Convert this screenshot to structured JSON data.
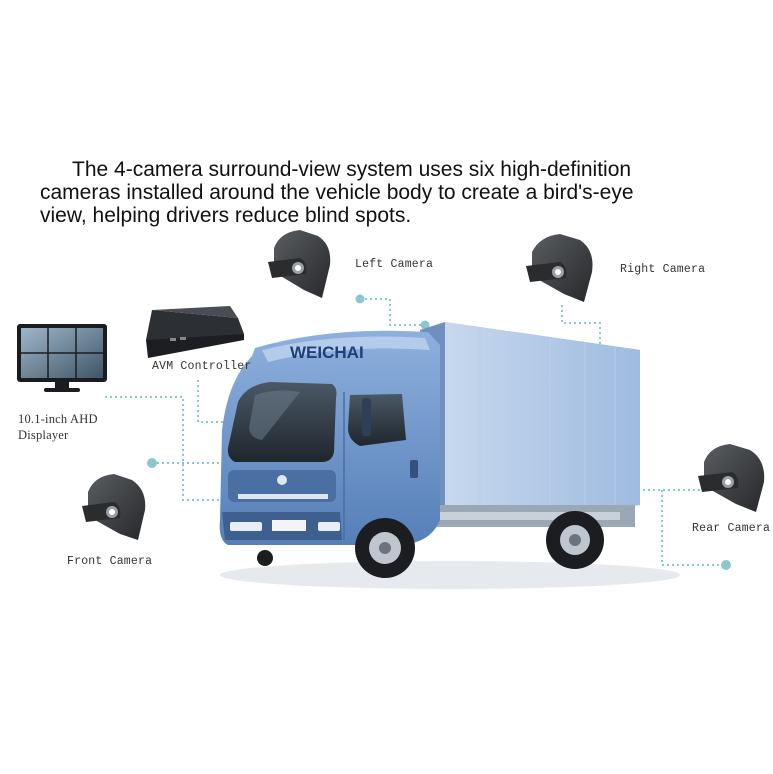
{
  "headline": {
    "line1": "The 4-camera surround-view system uses six high-definition",
    "line2": "cameras installed around the vehicle body to create a bird's-eye",
    "line3": "view, helping drivers reduce blind spots."
  },
  "components": {
    "left_camera": "Left Camera",
    "right_camera": "Right Camera",
    "avm_controller": "AVM Controller",
    "display_line1": "10.1-inch AHD",
    "display_line2": "Displayer",
    "front_camera": "Front Camera",
    "rear_camera": "Rear Camera"
  },
  "truck_brand": "WEICHAI",
  "colors": {
    "truck_body": "#7a9ccb",
    "cargo_box": "#8fb1dc",
    "connector": "#8cc7cf",
    "camera_housing": "#3a3c3f"
  }
}
